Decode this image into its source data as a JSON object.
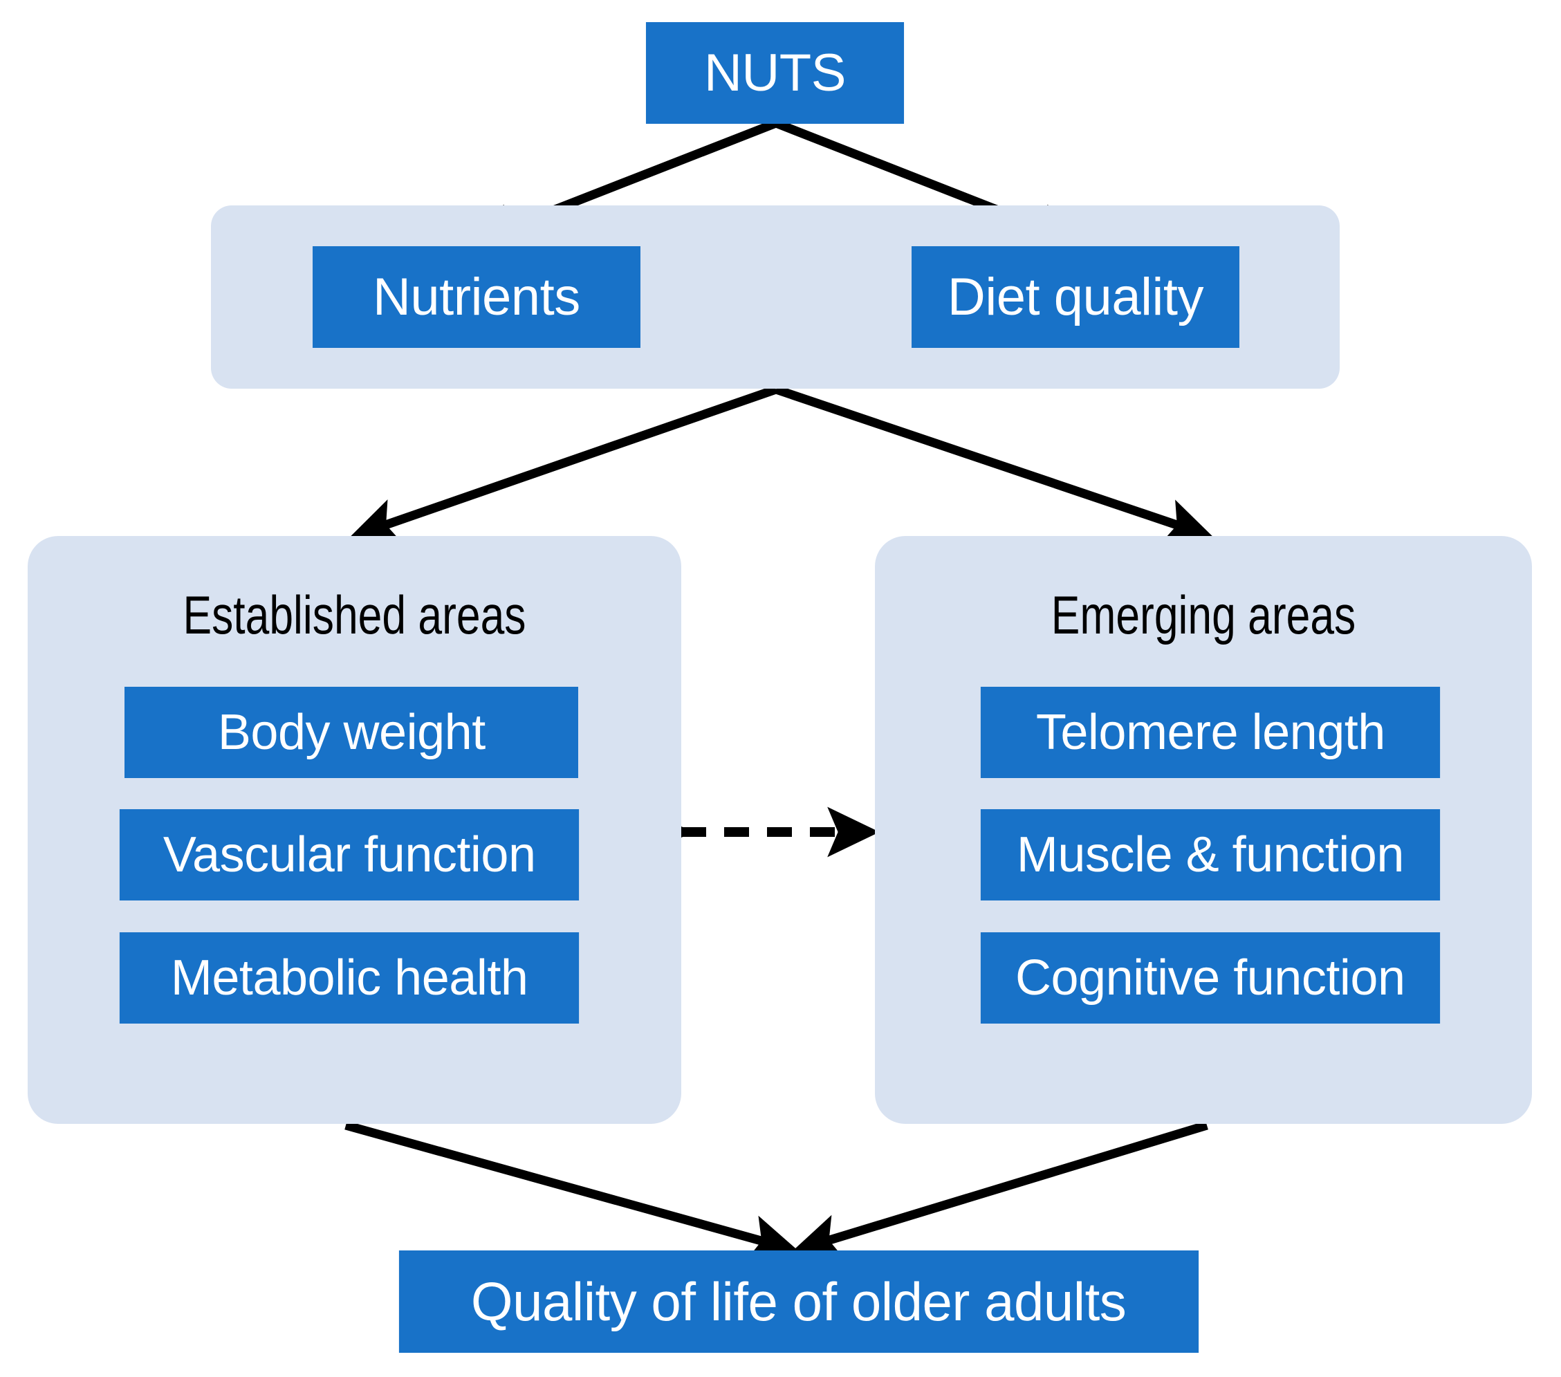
{
  "colors": {
    "node_blue": "#1872C8",
    "panel_light_blue": "#D8E2F1",
    "text_on_node": "#FFFFFF",
    "title_text": "#000000",
    "arrow": "#000000",
    "background": "#FFFFFF"
  },
  "diagram": {
    "root": {
      "label": "NUTS"
    },
    "row2": {
      "left": {
        "label": "Nutrients"
      },
      "right": {
        "label": "Diet quality"
      },
      "link_label": ""
    },
    "groups": [
      {
        "title": "Established areas",
        "items": [
          {
            "label": "Body weight"
          },
          {
            "label": "Vascular function"
          },
          {
            "label": "Metabolic health"
          }
        ]
      },
      {
        "title": "Emerging areas",
        "items": [
          {
            "label": "Telomere length"
          },
          {
            "label": "Muscle & function"
          },
          {
            "label": "Cognitive function"
          }
        ]
      }
    ],
    "outcome": {
      "label": "Quality of life of older adults"
    },
    "connectors": [
      {
        "name": "nuts-to-nutrients",
        "style": "solid",
        "direction": "one-way"
      },
      {
        "name": "nuts-to-diet-quality",
        "style": "solid",
        "direction": "one-way"
      },
      {
        "name": "nutrients-diet-quality",
        "style": "solid",
        "direction": "two-way"
      },
      {
        "name": "row2-to-established",
        "style": "solid",
        "direction": "one-way"
      },
      {
        "name": "row2-to-emerging",
        "style": "solid",
        "direction": "one-way"
      },
      {
        "name": "established-emerging",
        "style": "dashed",
        "direction": "two-way"
      },
      {
        "name": "established-to-outcome",
        "style": "solid",
        "direction": "one-way"
      },
      {
        "name": "emerging-to-outcome",
        "style": "solid",
        "direction": "one-way"
      }
    ]
  }
}
